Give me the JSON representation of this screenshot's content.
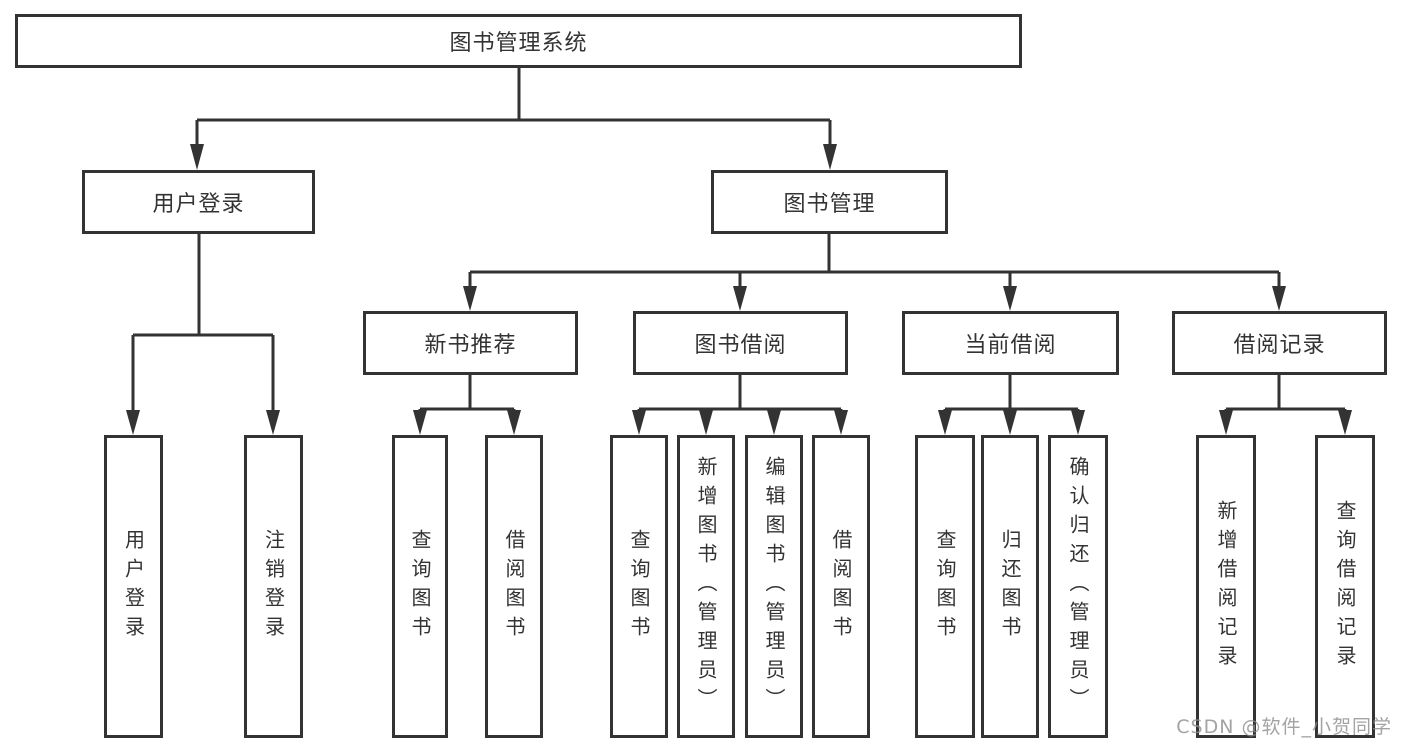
{
  "title": "图书管理系统",
  "tree": {
    "label": "图书管理系统",
    "children": [
      {
        "label": "用户登录",
        "children": [
          {
            "label": "用户登录"
          },
          {
            "label": "注销登录"
          }
        ]
      },
      {
        "label": "图书管理",
        "children": [
          {
            "label": "新书推荐",
            "children": [
              {
                "label": "查询图书"
              },
              {
                "label": "借阅图书"
              }
            ]
          },
          {
            "label": "图书借阅",
            "children": [
              {
                "label": "查询图书"
              },
              {
                "label": "新增图书（管理员）"
              },
              {
                "label": "编辑图书（管理员）"
              },
              {
                "label": "借阅图书"
              }
            ]
          },
          {
            "label": "当前借阅",
            "children": [
              {
                "label": "查询图书"
              },
              {
                "label": "归还图书"
              },
              {
                "label": "确认归还（管理员）"
              }
            ]
          },
          {
            "label": "借阅记录",
            "children": [
              {
                "label": "新增借阅记录"
              },
              {
                "label": "查询借阅记录"
              }
            ]
          }
        ]
      }
    ]
  },
  "watermark": "CSDN @软件_小贺同学",
  "colors": {
    "line": "#333333",
    "box_border": "#333333",
    "text": "#333333",
    "watermark": "#8c8c8c",
    "background": "#ffffff"
  }
}
